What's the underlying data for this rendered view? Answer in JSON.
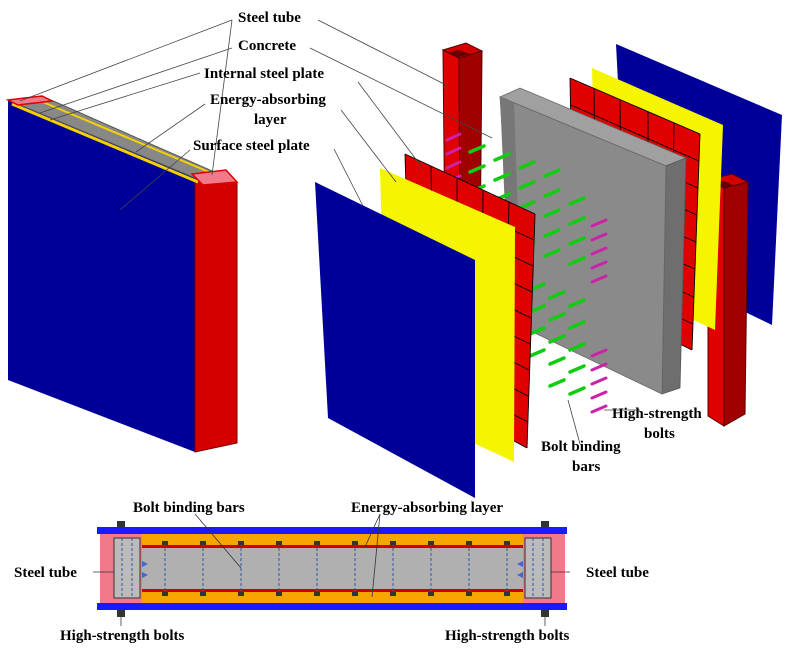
{
  "labels": {
    "steel_tube": "Steel tube",
    "concrete": "Concrete",
    "internal_steel_plate": "Internal steel plate",
    "energy_absorbing_line1": "Energy-absorbing",
    "energy_absorbing_line2": "layer",
    "surface_steel_plate": "Surface steel plate",
    "high_strength_line1": "High-strength",
    "high_strength_line2": "bolts",
    "bolt_binding_line1": "Bolt binding",
    "bolt_binding_line2": "bars"
  },
  "section": {
    "bolt_binding_bars": "Bolt binding bars",
    "energy_absorbing_layer": "Energy-absorbing layer",
    "steel_tube_left": "Steel tube",
    "steel_tube_right": "Steel tube",
    "bolts_left": "High-strength bolts",
    "bolts_right": "High-strength bolts"
  },
  "colors": {
    "surface_plate": "#000099",
    "energy_layer": "#f5f500",
    "internal_plate": "#e00000",
    "concrete": "#888888",
    "steel_tube": "#e00000",
    "binding_bars": "#22cc22",
    "bolts": "#cc22aa",
    "section_tube": "#f07a8a",
    "section_energy": "#f5a500"
  }
}
